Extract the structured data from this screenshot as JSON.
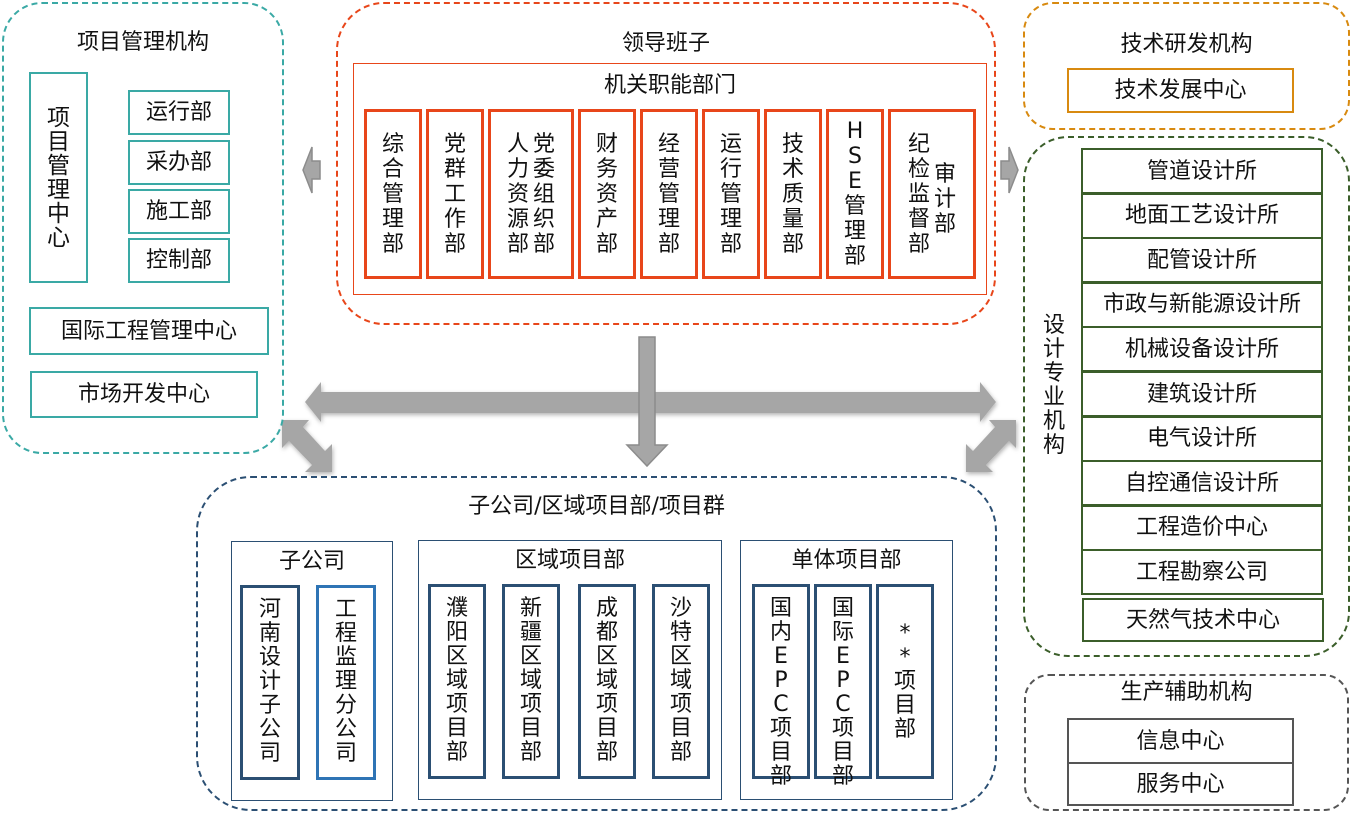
{
  "project_mgmt": {
    "title": "项目管理机构",
    "center": "项目管理中心",
    "departments": [
      "运行部",
      "采办部",
      "施工部",
      "控制部"
    ],
    "intl_center": "国际工程管理中心",
    "market_center": "市场开发中心"
  },
  "leadership": {
    "title": "领导班子",
    "functional_title": "机关职能部门",
    "departments": [
      {
        "cols": [
          "综合管理部"
        ]
      },
      {
        "cols": [
          "党群工作部"
        ]
      },
      {
        "cols": [
          "党委组织部",
          "人力资源部"
        ]
      },
      {
        "cols": [
          "财务资产部"
        ]
      },
      {
        "cols": [
          "经营管理部"
        ]
      },
      {
        "cols": [
          "运行管理部"
        ]
      },
      {
        "cols": [
          "技术质量部"
        ]
      },
      {
        "cols": [
          "HSE管理部"
        ]
      },
      {
        "cols": [
          "审计部",
          "纪检监督部"
        ]
      }
    ]
  },
  "tech_rd": {
    "title": "技术研发机构",
    "center": "技术发展中心"
  },
  "design": {
    "title": "设计专业机构",
    "institutes": [
      "管道设计所",
      "地面工艺设计所",
      "配管设计所",
      "市政与新能源设计所",
      "机械设备设计所",
      "建筑设计所",
      "电气设计所",
      "自控通信设计所",
      "工程造价中心",
      "工程勘察公司",
      "天然气技术中心"
    ]
  },
  "support": {
    "title": "生产辅助机构",
    "centers": [
      "信息中心",
      "服务中心"
    ]
  },
  "subsidiaries": {
    "title": "子公司/区域项目部/项目群",
    "subsidiary_group": {
      "title": "子公司",
      "items": [
        "河南设计子公司",
        "工程监理分公司"
      ]
    },
    "regional_group": {
      "title": "区域项目部",
      "items": [
        "濮阳区域项目部",
        "新疆区域项目部",
        "成都区域项目部",
        "沙特区域项目部"
      ]
    },
    "single_group": {
      "title": "单体项目部",
      "items": [
        "国内EPC项目部",
        "国际EPC项目部",
        "**项目部"
      ]
    }
  },
  "colors": {
    "teal": "#3aa9a5",
    "red": "#e8461a",
    "orange": "#d88a10",
    "green": "#3b5e2a",
    "navy": "#2b4f73",
    "gray_dash": "#555555",
    "arrow": "#a6a6a6"
  }
}
